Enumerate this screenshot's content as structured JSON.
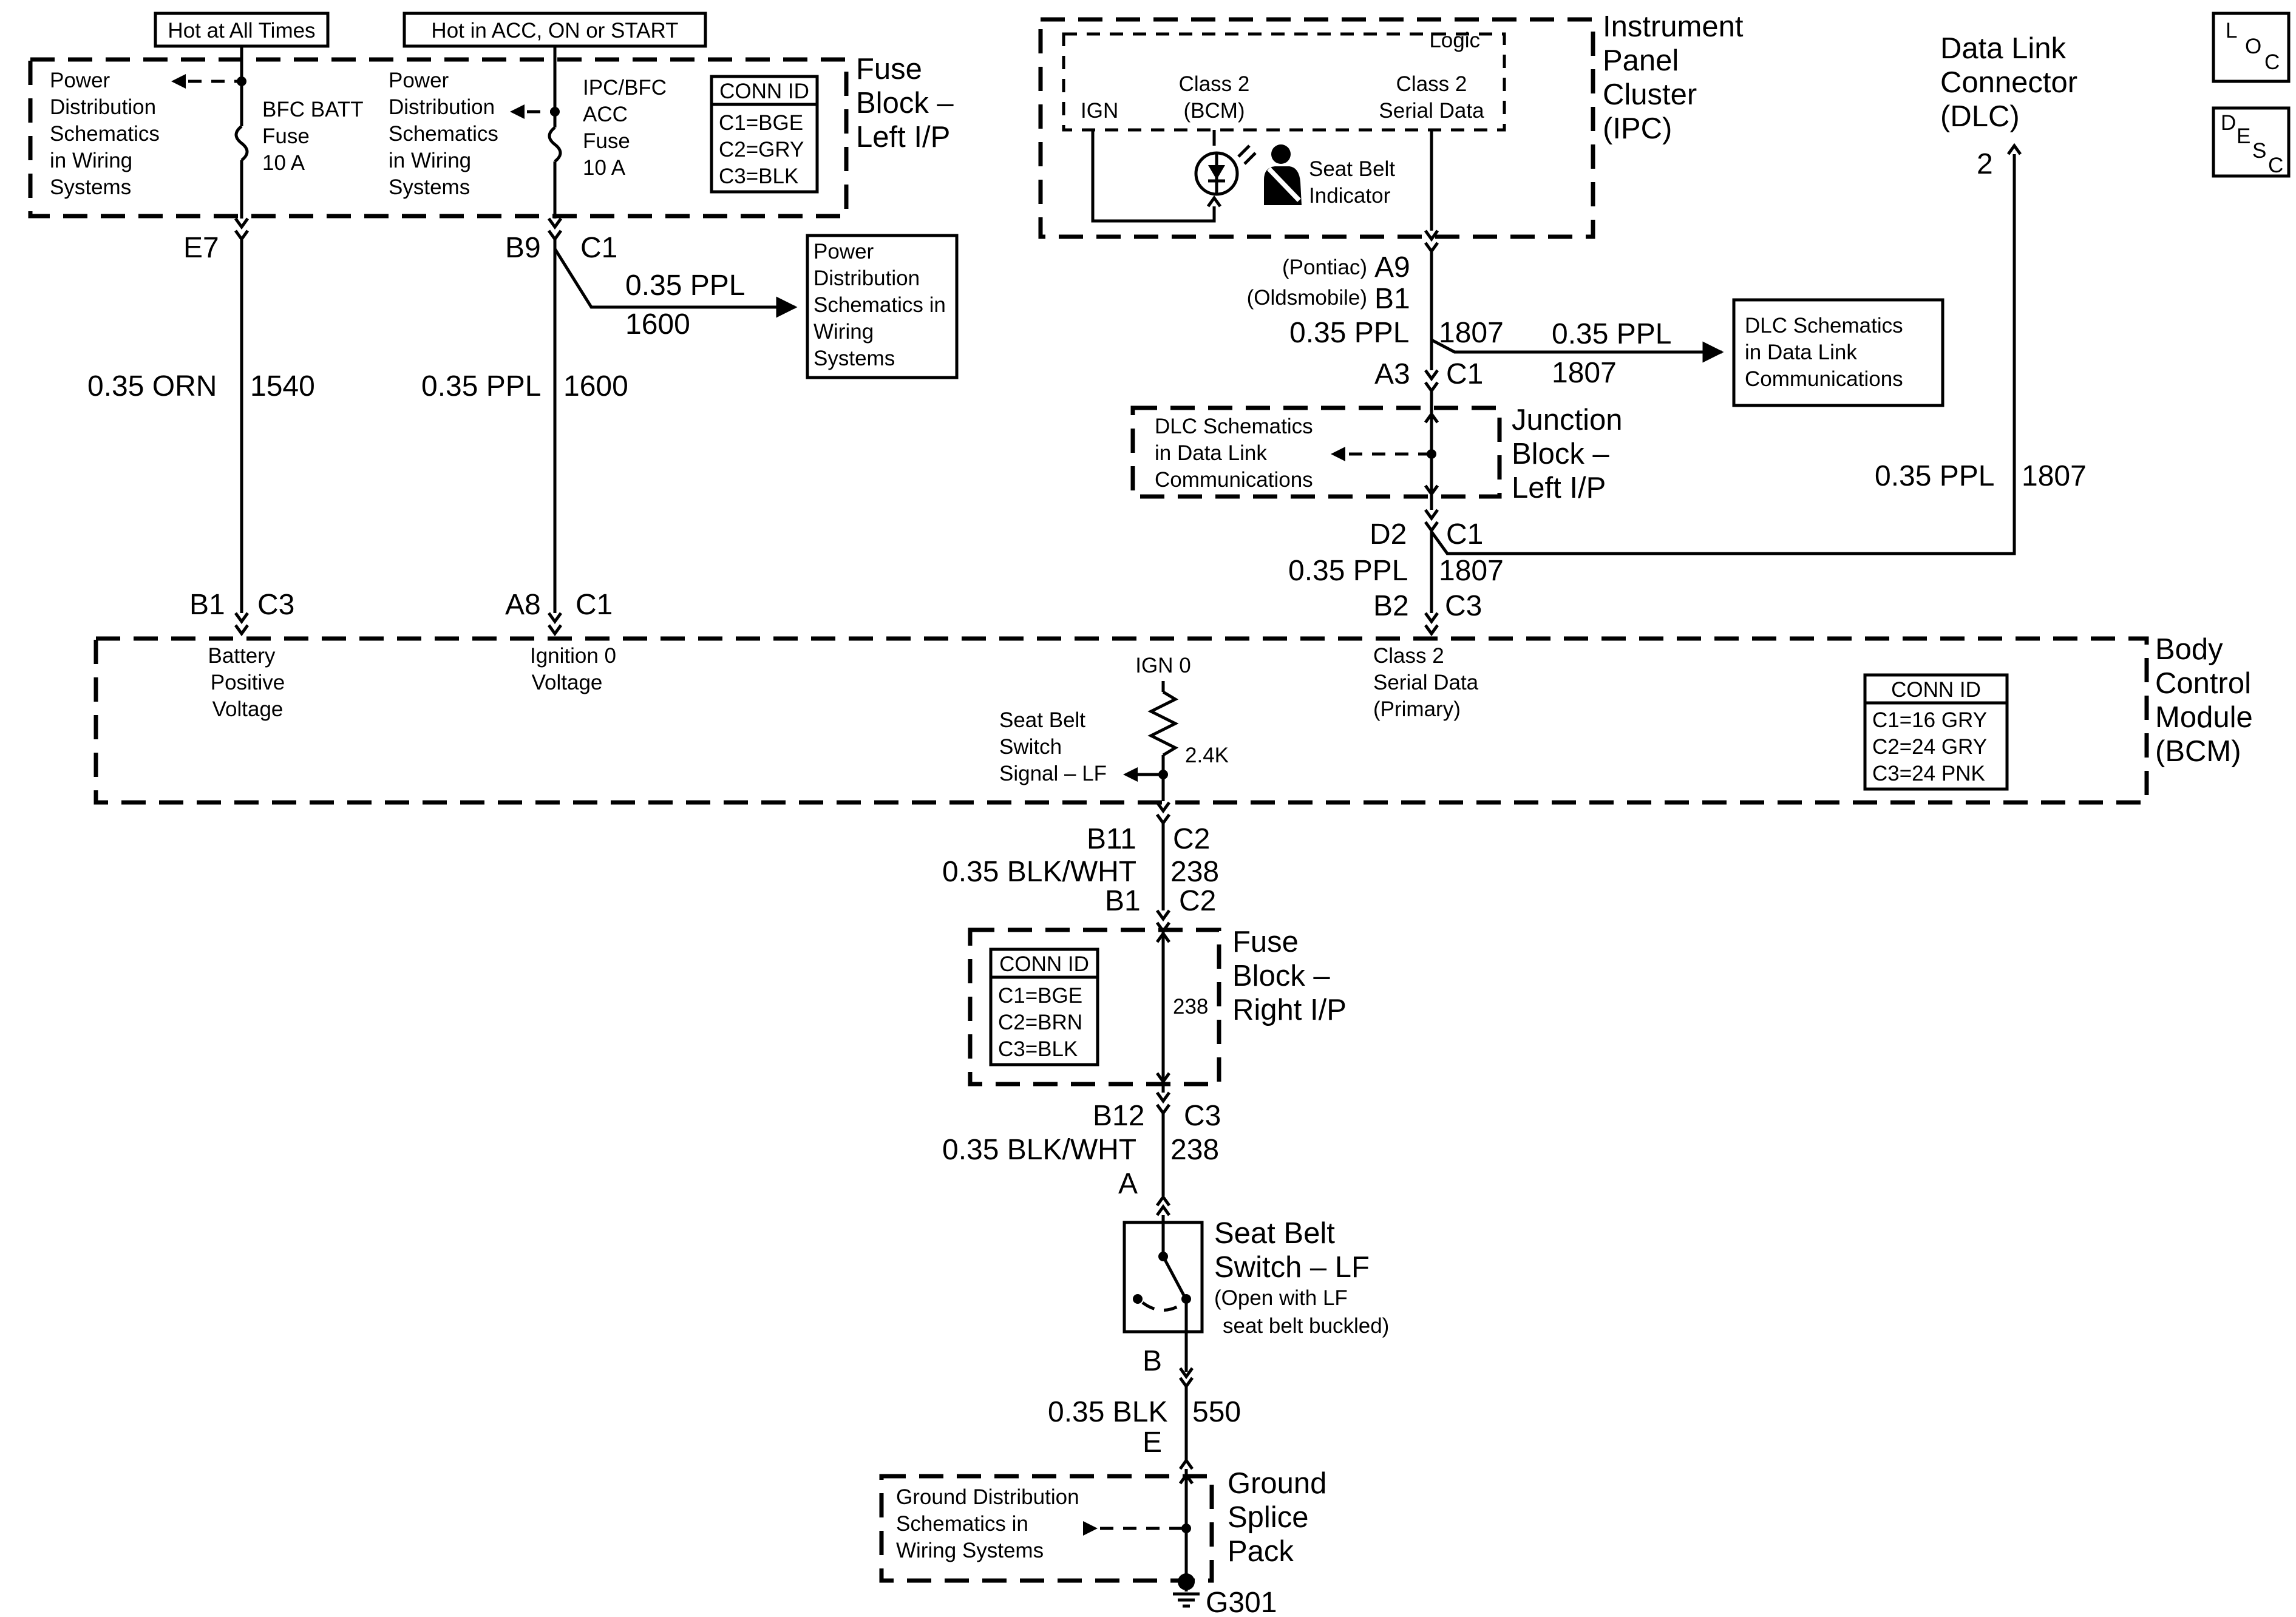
{
  "header": {
    "hot_at_all_times": "Hot at All Times",
    "hot_in_acc": "Hot in ACC, ON or START"
  },
  "side_boxes": {
    "loc": [
      "L",
      "O",
      "C"
    ],
    "desc": [
      "D",
      "E",
      "S",
      "C"
    ]
  },
  "fuse_block_left": {
    "title": [
      "Fuse",
      "Block –",
      "Left I/P"
    ],
    "power_dist_1": [
      "Power",
      "Distribution",
      "Schematics",
      "in Wiring",
      "Systems"
    ],
    "fuse1": [
      "BFC BATT",
      "Fuse",
      "10 A"
    ],
    "power_dist_2": [
      "Power",
      "Distribution",
      "Schematics",
      "in Wiring",
      "Systems"
    ],
    "fuse2": [
      "IPC/BFC",
      "ACC",
      "Fuse",
      "10 A"
    ],
    "conn_id": [
      "CONN ID",
      "C1=BGE",
      "C2=GRY",
      "C3=BLK"
    ]
  },
  "ipc": {
    "title": [
      "Instrument",
      "Panel",
      "Cluster",
      "(IPC)"
    ],
    "logic": "Logic",
    "class2_bcm": [
      "Class 2",
      "(BCM)"
    ],
    "class2_serial": [
      "Class 2",
      "Serial Data"
    ],
    "ign": "IGN",
    "seat_belt_indicator": [
      "Seat Belt",
      "Indicator"
    ]
  },
  "dlc": {
    "title": [
      "Data Link",
      "Connector",
      "(DLC)"
    ],
    "pin": "2",
    "wire_gauge": "0.35 PPL",
    "wire_circuit": "1807"
  },
  "circuits": {
    "e7": "E7",
    "b9": "B9",
    "c1_top": "C1",
    "ppl_branch_gauge": "0.35 PPL",
    "ppl_branch_circuit": "1600",
    "power_dist_box": [
      "Power",
      "Distribution",
      "Schematics in",
      "Wiring",
      "Systems"
    ],
    "orn_gauge": "0.35 ORN",
    "orn_circuit": "1540",
    "ppl_gauge": "0.35 PPL",
    "ppl_circuit": "1600",
    "b1": "B1",
    "c3": "C3",
    "a8": "A8",
    "c1": "C1"
  },
  "ipc_wiring": {
    "pontiac": "(Pontiac)",
    "a9": "A9",
    "oldsmobile": "(Oldsmobile)",
    "b1": "B1",
    "gauge": "0.35 PPL",
    "circuit": "1807",
    "a3": "A3",
    "c1": "C1",
    "branch_gauge": "0.35 PPL",
    "branch_circuit": "1807",
    "dlc_box": [
      "DLC Schematics",
      "in Data Link",
      "Communications"
    ],
    "junction_inner": [
      "DLC Schematics",
      "in Data Link",
      "Communications"
    ],
    "junction_title": [
      "Junction",
      "Block –",
      "Left I/P"
    ],
    "d2": "D2",
    "c1_b": "C1",
    "gauge_b": "0.35 PPL",
    "circuit_b": "1807",
    "b2": "B2",
    "c3": "C3"
  },
  "bcm": {
    "title": [
      "Body",
      "Control",
      "Module",
      "(BCM)"
    ],
    "battery_positive": [
      "Battery",
      "Positive",
      "Voltage"
    ],
    "ignition0": [
      "Ignition 0",
      "Voltage"
    ],
    "class2_primary": [
      "Class 2",
      "Serial Data",
      "(Primary)"
    ],
    "ign0": "IGN 0",
    "resistor": "2.4K",
    "seat_belt_signal": [
      "Seat Belt",
      "Switch",
      "Signal – LF"
    ],
    "conn_id": [
      "CONN ID",
      "C1=16 GRY",
      "C2=24 GRY",
      "C3=24 PNK"
    ]
  },
  "lower": {
    "b11": "B11",
    "c2": "C2",
    "gauge1": "0.35 BLK/WHT",
    "circuit1": "238",
    "b1": "B1",
    "c2b": "C2",
    "fuse_right_title": [
      "Fuse",
      "Block –",
      "Right I/P"
    ],
    "fuse_right_conn": [
      "CONN ID",
      "C1=BGE",
      "C2=BRN",
      "C3=BLK"
    ],
    "inner_circuit": "238",
    "b12": "B12",
    "c3": "C3",
    "gauge2": "0.35 BLK/WHT",
    "circuit2": "238",
    "a": "A",
    "switch_title": [
      "Seat Belt",
      "Switch – LF"
    ],
    "switch_note": [
      "(Open with LF",
      "seat belt buckled)"
    ],
    "b": "B",
    "gauge3": "0.35 BLK",
    "circuit3": "550",
    "e": "E",
    "ground_box": [
      "Ground Distribution",
      "Schematics in",
      "Wiring Systems"
    ],
    "ground_title": [
      "Ground",
      "Splice",
      "Pack"
    ],
    "g301": "G301"
  }
}
